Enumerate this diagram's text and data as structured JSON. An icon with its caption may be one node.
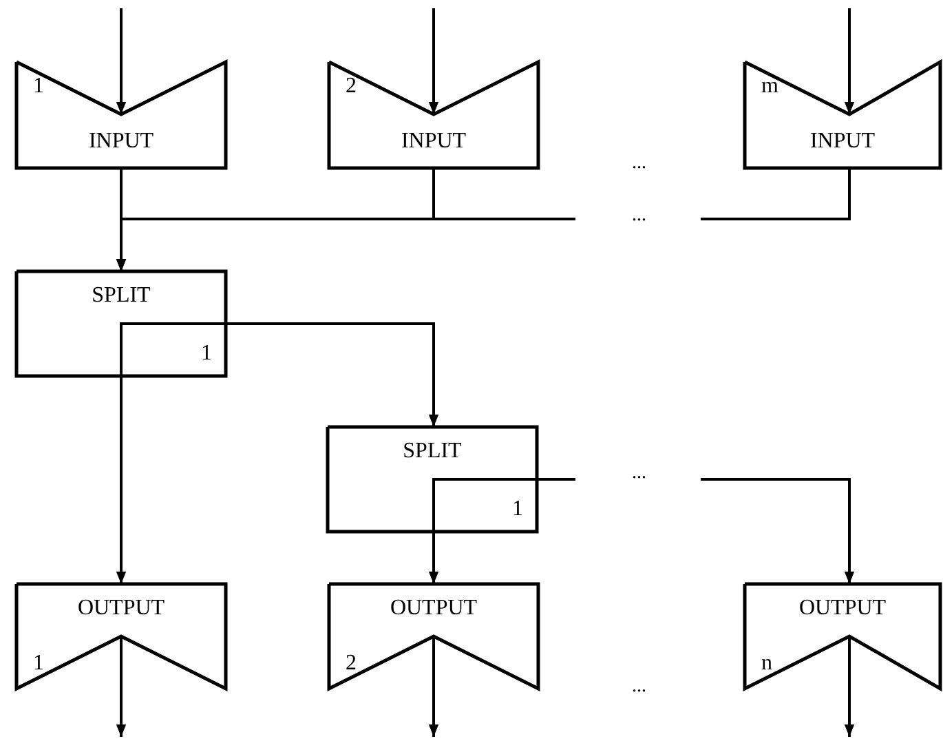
{
  "diagram": {
    "nodes": [
      {
        "text": [
          "1",
          "INPUT"
        ]
      },
      {
        "text": [
          "2",
          "INPUT"
        ]
      },
      {
        "text": [
          "m",
          "INPUT"
        ]
      },
      {
        "text": [
          "SPLIT",
          "1"
        ]
      },
      {
        "text": [
          "SPLIT",
          "1"
        ]
      },
      {
        "text": [
          "OUTPUT",
          "1"
        ]
      },
      {
        "text": [
          "OUTPUT",
          "2"
        ]
      },
      {
        "text": [
          "OUTPUT",
          "n"
        ]
      }
    ],
    "edges": [
      {
        "from": null,
        "to": 0,
        "arrow": "to"
      },
      {
        "from": null,
        "to": 1,
        "arrow": "to"
      },
      {
        "from": null,
        "to": 2,
        "arrow": "to"
      },
      {
        "from": 0,
        "to": 3,
        "arrow": "to"
      },
      {
        "from": 1,
        "to": 3,
        "arrow": "to"
      },
      {
        "from": 2,
        "to": 3,
        "arrow": "to"
      },
      {
        "from": 3,
        "to": 5,
        "arrow": "to"
      },
      {
        "from": 3,
        "to": 4,
        "arrow": "to"
      },
      {
        "from": 4,
        "to": 6,
        "arrow": "to"
      },
      {
        "from": 4,
        "to": 7,
        "arrow": "to"
      },
      {
        "from": 5,
        "to": null,
        "arrow": "to"
      },
      {
        "from": 6,
        "to": null,
        "arrow": "to"
      },
      {
        "from": 7,
        "to": null,
        "arrow": "to"
      }
    ],
    "labels": [
      "...",
      "...",
      "...",
      "..."
    ]
  }
}
